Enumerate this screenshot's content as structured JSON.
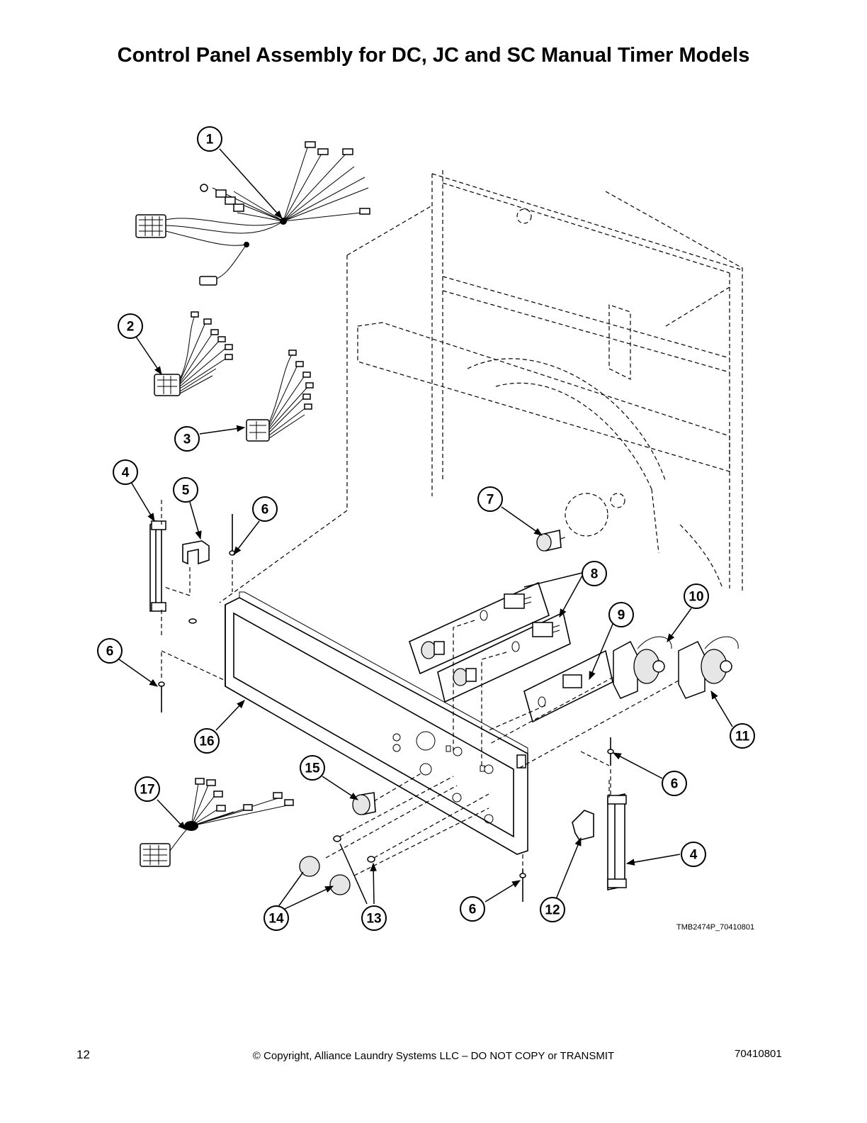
{
  "page": {
    "title": "Control Panel Assembly for DC, JC and SC Manual Timer Models",
    "drawing_ref": "TMB2474P_70410801",
    "page_number": "12",
    "copyright": "© Copyright, Alliance Laundry Systems LLC – DO NOT COPY or TRANSMIT",
    "doc_number": "70410801"
  },
  "callouts": [
    "1",
    "2",
    "3",
    "4",
    "5",
    "6",
    "7",
    "8",
    "9",
    "10",
    "11",
    "12",
    "13",
    "14",
    "15",
    "16",
    "17"
  ]
}
